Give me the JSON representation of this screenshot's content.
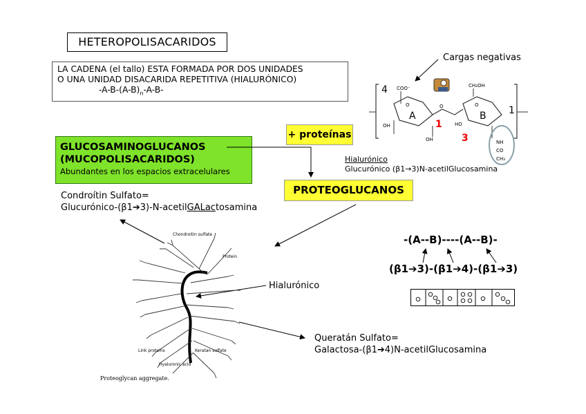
{
  "title": "HETEROPOLISACARIDOS",
  "definition": {
    "line1": "LA CADENA (el tallo) ESTA FORMADA POR DOS UNIDADES",
    "line2": "O UNA UNIDAD DISACARIDA REPETITIVA (HIALURÓNICO)",
    "formula_a": "-A-B-(A-B)",
    "formula_sub": "n",
    "formula_b": "-A-B-"
  },
  "gag": {
    "title_line1": "GLUCOSAMINOGLUCANOS",
    "title_line2": "(MUCOPOLISACARIDOS)",
    "subtitle": "Abundantes en los espacios extracelulares"
  },
  "proteinas_label": "+ proteínas",
  "proteoglucanos_label": "PROTEOGLUCANOS",
  "structure": {
    "cargas_label": "Cargas negativas",
    "label_4": "4",
    "label_A": "A",
    "label_1a": "1",
    "label_B": "B",
    "label_1b": "1",
    "label_3": "3",
    "coo": "COO⁻",
    "ch2oh": "CH₂OH",
    "oh": "OH",
    "ho": "HO",
    "o": "O",
    "nh": "NH",
    "co": "CO",
    "ch3": "CH₃",
    "hialuronico_title": "Hialurónico",
    "hialuronico_formula": "Glucurónico (β1→3)N-acetilGlucosamina"
  },
  "condroitin": {
    "line1": "Condroítin Sulfato=",
    "line2_a": "Glucurónico-(β1➔3)-N-acetil",
    "line2_u": "GALac",
    "line2_b": "tosamina"
  },
  "aggregate": {
    "chondroitin_label": "Chondroitin sulfate",
    "protein_label": "Protein",
    "link_proteins_label": "Link proteins",
    "keratan_label": "Keratan sulfate",
    "hyaluronic_label": "Hyaluronic acid",
    "caption": "Proteoglycan aggregate."
  },
  "hialuronico_pointer": "Hialurónico",
  "queratan": {
    "line1": "Queratán Sulfato=",
    "line2": "Galactosa-(β1➔4)N-acetilGlucosamina"
  },
  "bonds": {
    "top": "-(A--B)----(A--B)-",
    "bottom": "(β1➔3)-(β1➔4)-(β1➔3)"
  }
}
